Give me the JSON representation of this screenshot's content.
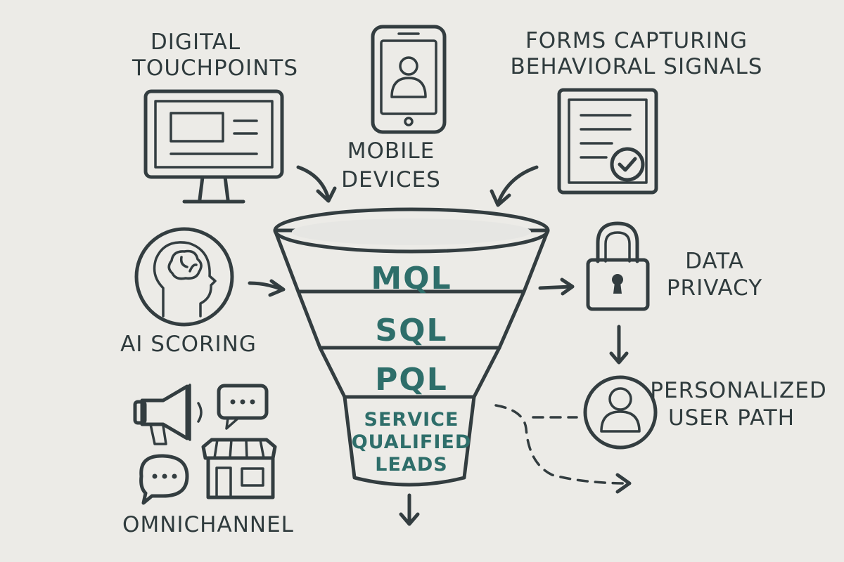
{
  "colors": {
    "background": "#ecebe7",
    "ink": "#333d40",
    "teal": "#7fbdb6",
    "teal_dark": "#2e6e6a",
    "grey_fill": "#d9d9d6"
  },
  "labels": {
    "digital_touchpoints": [
      "DIGITAL",
      "TOUCHPOINTS"
    ],
    "mobile_devices": [
      "MOBILE",
      "DEVICES"
    ],
    "forms": [
      "FORMS CAPTURING",
      "BEHAVIORAL SIGNALS"
    ],
    "ai_scoring": "AI SCORING",
    "data_privacy": [
      "DATA",
      "PRIVACY"
    ],
    "personalized_path": [
      "PERSONALIZED",
      "USER PATH"
    ],
    "omnichannel": "OMNICHANNEL"
  },
  "funnel": {
    "stages": [
      "MQL",
      "SQL",
      "PQL"
    ],
    "bottom_stage": [
      "SERVICE",
      "QUALIFIED",
      "LEADS"
    ]
  },
  "icons": {
    "digital_touchpoints": "monitor-icon",
    "mobile_devices": "smartphone-icon",
    "forms": "form-check-icon",
    "ai_scoring": "brain-head-icon",
    "data_privacy": "padlock-icon",
    "personalized_path": "user-circle-icon",
    "omnichannel": [
      "megaphone-icon",
      "chat-bubble-icon",
      "storefront-icon"
    ]
  }
}
